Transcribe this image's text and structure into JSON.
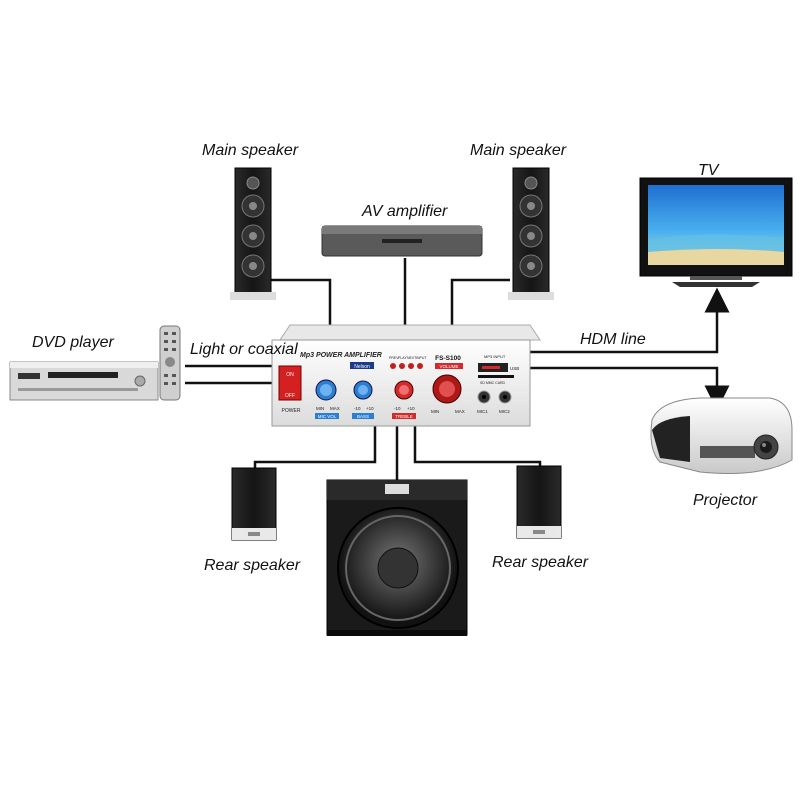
{
  "labels": {
    "main_speaker_left": "Main speaker",
    "main_speaker_right": "Main speaker",
    "av_amplifier": "AV amplifier",
    "tv": "TV",
    "dvd_player": "DVD player",
    "light_or_coaxial": "Light or coaxial",
    "hdm_line": "HDM line",
    "projector": "Projector",
    "rear_speaker_left": "Rear speaker",
    "rear_speaker_right": "Rear speaker"
  },
  "amplifier_panel": {
    "title": "Mp3 POWER AMPLIFIER",
    "model": "FS-S100",
    "brand": "Nelson",
    "power_on": "ON",
    "power_off": "OFF",
    "power_label": "POWER",
    "mic_vol": "MIC VOL",
    "bass": "BASS",
    "treble": "TREBLE",
    "volume": "VOLUME",
    "min": "MIN",
    "max": "MAX",
    "minus10": "-10",
    "plus10": "+10",
    "mp3_input": "MP3 INPUT",
    "usb": "USB",
    "sd_card": "SD MMC CARD",
    "mic1": "MIC1",
    "mic2": "MIC2",
    "buttons": [
      "PREV",
      "PLAY",
      "NEXT",
      "INPUT"
    ]
  },
  "colors": {
    "wire": "#111111",
    "amp_body": "#f2f2f2",
    "knob_blue": "#2a7fd4",
    "knob_red": "#d42a2a",
    "screen_sky": "#2a8fe0",
    "speaker_black": "#1a1a1a"
  }
}
